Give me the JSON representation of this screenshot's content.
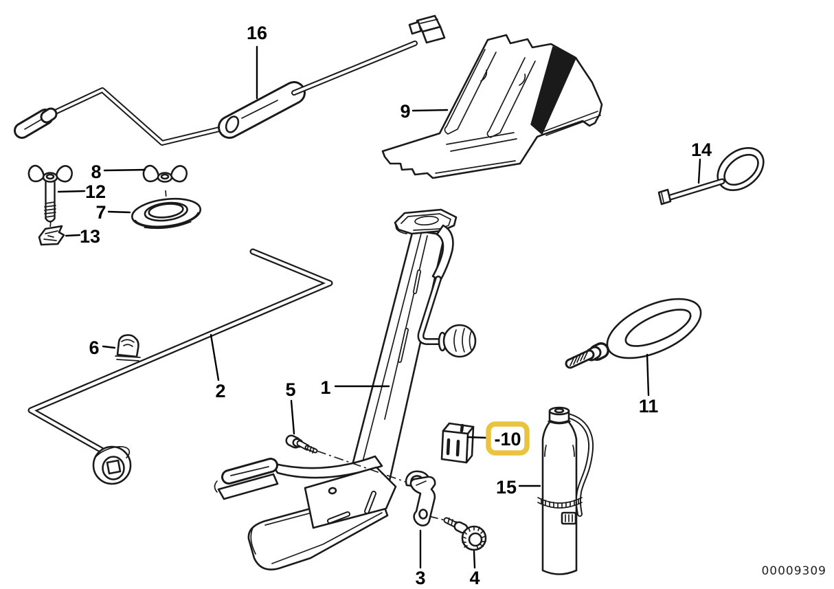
{
  "page": {
    "background": "#ffffff"
  },
  "drawing": {
    "line_color": "#1a1a1a",
    "muted_label_color": "#cccccc",
    "highlight": {
      "label": "-10",
      "box_color": "#EAC33F"
    },
    "doc_number": "00009309",
    "callouts": {
      "c1": "1",
      "c2": "2",
      "c3": "3",
      "c4": "4",
      "c5": "5",
      "c6": "6",
      "c7": "7",
      "c8": "8",
      "c9": "9",
      "c11": "11",
      "c12": "12",
      "c13": "13",
      "c14": "14",
      "c15": "15",
      "c16": "16"
    }
  }
}
